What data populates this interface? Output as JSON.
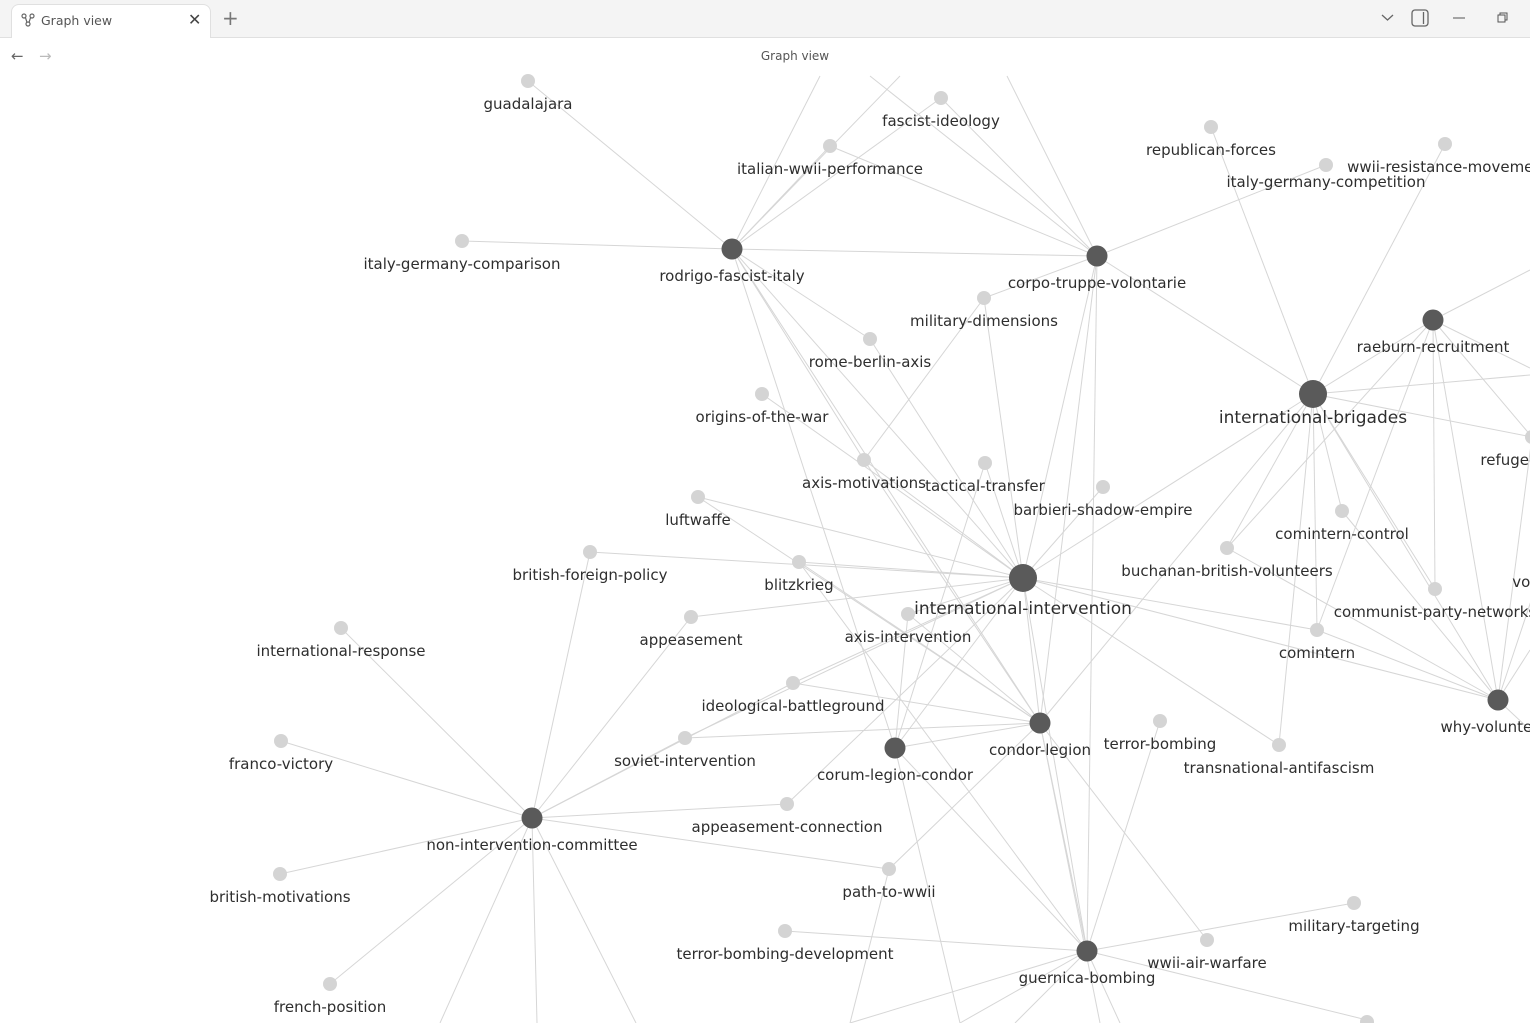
{
  "tab": {
    "title": "Graph view",
    "icon": "graph-icon",
    "close_icon": "close-icon"
  },
  "tabbar": {
    "new_tab_icon": "plus-icon",
    "dropdown_icon": "chevron-down-icon",
    "sidebar_icon": "sidebar-toggle-icon",
    "minimize_icon": "minimize-icon",
    "restore_icon": "restore-icon"
  },
  "view": {
    "title": "Graph view",
    "back_icon": "arrow-left-icon",
    "forward_icon": "arrow-right-icon"
  },
  "colors": {
    "hub_node": "#5a5a5a",
    "leaf_node": "#d4d4d4",
    "edge": "#d6d6d6",
    "label": "#2e2e2e"
  },
  "graph": {
    "nodes": [
      {
        "id": "guadalajara",
        "label": "guadalajara",
        "kind": "leaf"
      },
      {
        "id": "fascist-ideology",
        "label": "fascist-ideology",
        "kind": "leaf"
      },
      {
        "id": "italian-wwii-performance",
        "label": "italian-wwii-performance",
        "kind": "leaf"
      },
      {
        "id": "republican-forces",
        "label": "republican-forces",
        "kind": "leaf"
      },
      {
        "id": "wwii-resistance-movement",
        "label": "wwii-resistance-movemen",
        "kind": "leaf"
      },
      {
        "id": "italy-germany-competition",
        "label": "italy-germany-competition",
        "kind": "leaf"
      },
      {
        "id": "italy-germany-comparison",
        "label": "italy-germany-comparison",
        "kind": "leaf"
      },
      {
        "id": "rodrigo-fascist-italy",
        "label": "rodrigo-fascist-italy",
        "kind": "hub"
      },
      {
        "id": "corpo-truppe-volontarie",
        "label": "corpo-truppe-volontarie",
        "kind": "hub"
      },
      {
        "id": "military-dimensions",
        "label": "military-dimensions",
        "kind": "leaf"
      },
      {
        "id": "rome-berlin-axis",
        "label": "rome-berlin-axis",
        "kind": "leaf"
      },
      {
        "id": "raeburn-recruitment",
        "label": "raeburn-recruitment",
        "kind": "hub"
      },
      {
        "id": "international-brigades",
        "label": "international-brigades",
        "kind": "hub"
      },
      {
        "id": "origins-of-the-war",
        "label": "origins-of-the-war",
        "kind": "leaf"
      },
      {
        "id": "refugee-vs-cit",
        "label": "refugee-vs-cit",
        "kind": "leaf"
      },
      {
        "id": "axis-motivations",
        "label": "axis-motivations",
        "kind": "leaf"
      },
      {
        "id": "tactical-transfer",
        "label": "tactical-transfer",
        "kind": "leaf"
      },
      {
        "id": "barbieri-shadow-empire",
        "label": "barbieri-shadow-empire",
        "kind": "leaf"
      },
      {
        "id": "luftwaffe",
        "label": "luftwaffe",
        "kind": "leaf"
      },
      {
        "id": "comintern-control",
        "label": "comintern-control",
        "kind": "leaf"
      },
      {
        "id": "british-foreign-policy",
        "label": "british-foreign-policy",
        "kind": "leaf"
      },
      {
        "id": "buchanan-british-volunteers",
        "label": "buchanan-british-volunteers",
        "kind": "leaf"
      },
      {
        "id": "blitzkrieg",
        "label": "blitzkrieg",
        "kind": "leaf"
      },
      {
        "id": "international-intervention",
        "label": "international-intervention",
        "kind": "hub"
      },
      {
        "id": "volunteers",
        "label": "voluntee",
        "kind": "leaf"
      },
      {
        "id": "communist-party-networks",
        "label": "communist-party-networks",
        "kind": "leaf"
      },
      {
        "id": "appeasement",
        "label": "appeasement",
        "kind": "leaf"
      },
      {
        "id": "axis-intervention",
        "label": "axis-intervention",
        "kind": "leaf"
      },
      {
        "id": "international-response",
        "label": "international-response",
        "kind": "leaf"
      },
      {
        "id": "comintern",
        "label": "comintern",
        "kind": "leaf"
      },
      {
        "id": "ideological-battleground",
        "label": "ideological-battleground",
        "kind": "leaf"
      },
      {
        "id": "why-volunteers",
        "label": "why-volunteers",
        "kind": "hub"
      },
      {
        "id": "soviet-intervention",
        "label": "soviet-intervention",
        "kind": "leaf"
      },
      {
        "id": "condor-legion",
        "label": "condor-legion",
        "kind": "hub"
      },
      {
        "id": "terror-bombing",
        "label": "terror-bombing",
        "kind": "leaf"
      },
      {
        "id": "franco-victory",
        "label": "franco-victory",
        "kind": "leaf"
      },
      {
        "id": "corum-legion-condor",
        "label": "corum-legion-condor",
        "kind": "hub"
      },
      {
        "id": "transnational-antifascism",
        "label": "transnational-antifascism",
        "kind": "leaf"
      },
      {
        "id": "appeasement-connection",
        "label": "appeasement-connection",
        "kind": "leaf"
      },
      {
        "id": "non-intervention-committee",
        "label": "non-intervention-committee",
        "kind": "hub"
      },
      {
        "id": "path-to-wwii",
        "label": "path-to-wwii",
        "kind": "leaf"
      },
      {
        "id": "british-motivations",
        "label": "british-motivations",
        "kind": "leaf"
      },
      {
        "id": "military-targeting",
        "label": "military-targeting",
        "kind": "leaf"
      },
      {
        "id": "terror-bombing-development",
        "label": "terror-bombing-development",
        "kind": "leaf"
      },
      {
        "id": "wwii-air-warfare",
        "label": "wwii-air-warfare",
        "kind": "leaf"
      },
      {
        "id": "guernica-bombing",
        "label": "guernica-bombing",
        "kind": "hub"
      },
      {
        "id": "french-position",
        "label": "french-position",
        "kind": "leaf"
      }
    ],
    "edges": [
      [
        "guadalajara",
        "rodrigo-fascist-italy"
      ],
      [
        "italy-germany-comparison",
        "rodrigo-fascist-italy"
      ],
      [
        "rodrigo-fascist-italy",
        "corpo-truppe-volontarie"
      ],
      [
        "italian-wwii-performance",
        "rodrigo-fascist-italy"
      ],
      [
        "italian-wwii-performance",
        "corpo-truppe-volontarie"
      ],
      [
        "fascist-ideology",
        "rodrigo-fascist-italy"
      ],
      [
        "fascist-ideology",
        "corpo-truppe-volontarie"
      ],
      [
        "republican-forces",
        "international-brigades"
      ],
      [
        "corpo-truppe-volontarie",
        "italy-germany-competition"
      ],
      [
        "wwii-resistance-movement",
        "international-brigades"
      ],
      [
        "corpo-truppe-volontarie",
        "international-brigades"
      ],
      [
        "corpo-truppe-volontarie",
        "international-intervention"
      ],
      [
        "corpo-truppe-volontarie",
        "condor-legion"
      ],
      [
        "corpo-truppe-volontarie",
        "guernica-bombing"
      ],
      [
        "military-dimensions",
        "corpo-truppe-volontarie"
      ],
      [
        "military-dimensions",
        "axis-motivations"
      ],
      [
        "military-dimensions",
        "international-intervention"
      ],
      [
        "rome-berlin-axis",
        "rodrigo-fascist-italy"
      ],
      [
        "rome-berlin-axis",
        "international-intervention"
      ],
      [
        "origins-of-the-war",
        "international-intervention"
      ],
      [
        "rodrigo-fascist-italy",
        "axis-motivations"
      ],
      [
        "rodrigo-fascist-italy",
        "international-intervention"
      ],
      [
        "rodrigo-fascist-italy",
        "condor-legion"
      ],
      [
        "rodrigo-fascist-italy",
        "corum-legion-condor"
      ],
      [
        "axis-motivations",
        "international-intervention"
      ],
      [
        "axis-motivations",
        "condor-legion"
      ],
      [
        "tactical-transfer",
        "international-intervention"
      ],
      [
        "tactical-transfer",
        "corum-legion-condor"
      ],
      [
        "barbieri-shadow-empire",
        "international-intervention"
      ],
      [
        "luftwaffe",
        "condor-legion"
      ],
      [
        "luftwaffe",
        "international-intervention"
      ],
      [
        "british-foreign-policy",
        "international-intervention"
      ],
      [
        "british-foreign-policy",
        "non-intervention-committee"
      ],
      [
        "blitzkrieg",
        "condor-legion"
      ],
      [
        "blitzkrieg",
        "international-intervention"
      ],
      [
        "blitzkrieg",
        "guernica-bombing"
      ],
      [
        "appeasement",
        "international-intervention"
      ],
      [
        "appeasement",
        "non-intervention-committee"
      ],
      [
        "axis-intervention",
        "international-intervention"
      ],
      [
        "axis-intervention",
        "condor-legion"
      ],
      [
        "axis-intervention",
        "corum-legion-condor"
      ],
      [
        "international-response",
        "non-intervention-committee"
      ],
      [
        "franco-victory",
        "non-intervention-committee"
      ],
      [
        "british-motivations",
        "non-intervention-committee"
      ],
      [
        "french-position",
        "non-intervention-committee"
      ],
      [
        "ideological-battleground",
        "international-intervention"
      ],
      [
        "ideological-battleground",
        "non-intervention-committee"
      ],
      [
        "ideological-battleground",
        "condor-legion"
      ],
      [
        "soviet-intervention",
        "international-intervention"
      ],
      [
        "soviet-intervention",
        "non-intervention-committee"
      ],
      [
        "soviet-intervention",
        "condor-legion"
      ],
      [
        "appeasement-connection",
        "non-intervention-committee"
      ],
      [
        "appeasement-connection",
        "international-intervention"
      ],
      [
        "path-to-wwii",
        "non-intervention-committee"
      ],
      [
        "path-to-wwii",
        "condor-legion"
      ],
      [
        "corum-legion-condor",
        "condor-legion"
      ],
      [
        "corum-legion-condor",
        "international-intervention"
      ],
      [
        "corum-legion-condor",
        "guernica-bombing"
      ],
      [
        "condor-legion",
        "guernica-bombing"
      ],
      [
        "condor-legion",
        "international-intervention"
      ],
      [
        "condor-legion",
        "international-brigades"
      ],
      [
        "condor-legion",
        "wwii-air-warfare"
      ],
      [
        "international-intervention",
        "international-brigades"
      ],
      [
        "international-intervention",
        "comintern"
      ],
      [
        "international-intervention",
        "why-volunteers"
      ],
      [
        "international-intervention",
        "transnational-antifascism"
      ],
      [
        "international-intervention",
        "guernica-bombing"
      ],
      [
        "terror-bombing",
        "guernica-bombing"
      ],
      [
        "terror-bombing-development",
        "guernica-bombing"
      ],
      [
        "guernica-bombing",
        "military-targeting"
      ],
      [
        "international-brigades",
        "raeburn-recruitment"
      ],
      [
        "international-brigades",
        "buchanan-british-volunteers"
      ],
      [
        "international-brigades",
        "comintern-control"
      ],
      [
        "international-brigades",
        "comintern"
      ],
      [
        "international-brigades",
        "why-volunteers"
      ],
      [
        "international-brigades",
        "communist-party-networks"
      ],
      [
        "international-brigades",
        "refugee-vs-cit"
      ],
      [
        "international-brigades",
        "transnational-antifascism"
      ],
      [
        "raeburn-recruitment",
        "comintern"
      ],
      [
        "raeburn-recruitment",
        "why-volunteers"
      ],
      [
        "raeburn-recruitment",
        "buchanan-british-volunteers"
      ],
      [
        "raeburn-recruitment",
        "communist-party-networks"
      ],
      [
        "raeburn-recruitment",
        "refugee-vs-cit"
      ],
      [
        "comintern-control",
        "why-volunteers"
      ],
      [
        "comintern",
        "why-volunteers"
      ],
      [
        "buchanan-british-volunteers",
        "why-volunteers"
      ],
      [
        "volunteers",
        "why-volunteers"
      ],
      [
        "refugee-vs-cit",
        "why-volunteers"
      ]
    ]
  }
}
